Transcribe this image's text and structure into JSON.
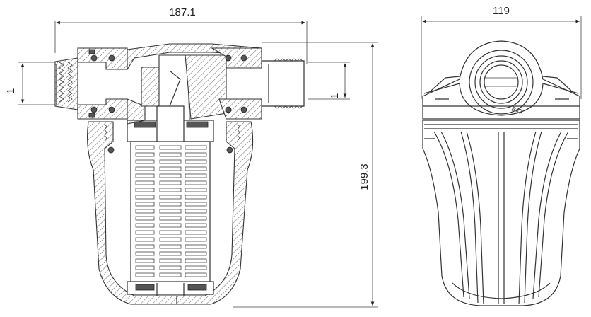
{
  "drawing": {
    "left_view": {
      "width_dimension": "187.1",
      "height_dimension": "199.3",
      "inlet_label": "1",
      "outlet_label": "1"
    },
    "right_view": {
      "width_dimension": "119",
      "cap_marking": "BIO"
    }
  }
}
